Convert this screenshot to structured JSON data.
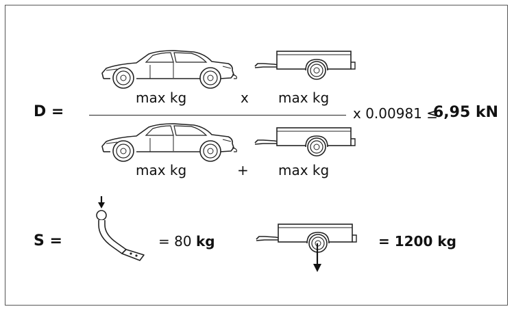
{
  "formula_d": {
    "label": "D =",
    "numerator": {
      "left": "max kg",
      "op": "x",
      "right": "max kg"
    },
    "denominator": {
      "left": "max kg",
      "op": "+",
      "right": "max kg"
    },
    "factor": "x 0.00981 ≤",
    "result": "6,95 kN"
  },
  "formula_s": {
    "label": "S =",
    "hitch_prefix": "= 80",
    "hitch_unit": "kg",
    "trailer_value": "= 1200 kg"
  },
  "icons": [
    "car-icon",
    "trailer-icon",
    "tow-hitch-icon",
    "down-arrow-icon"
  ],
  "colors": {
    "line": "#222222",
    "frame": "#555555"
  }
}
